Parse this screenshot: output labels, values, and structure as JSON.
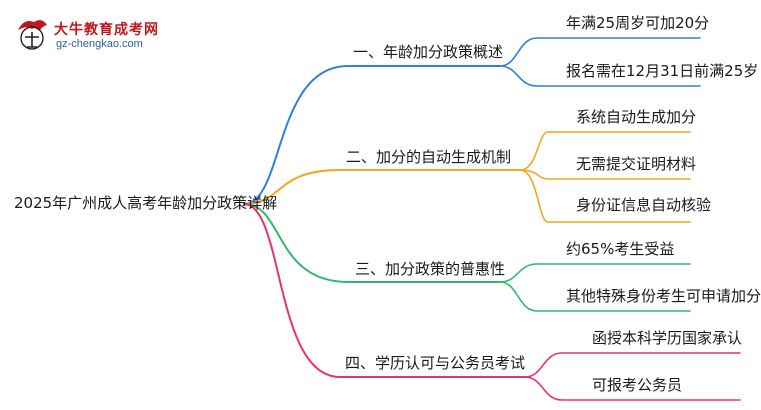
{
  "logo": {
    "title": "大牛教育成考网",
    "url": "gz-chengkao.com"
  },
  "mindmap": {
    "root": "2025年广州成人高考年龄加分政策详解",
    "branches": [
      {
        "label": "一、年龄加分政策概述",
        "color": "#2f7fe0",
        "children": [
          "年满25周岁可加20分",
          "报名需在12月31日前满25岁"
        ]
      },
      {
        "label": "二、加分的自动生成机制",
        "color": "#f2a61f",
        "children": [
          "系统自动生成加分",
          "无需提交证明材料",
          "身份证信息自动核验"
        ]
      },
      {
        "label": "三、加分政策的普惠性",
        "color": "#2dbb6a",
        "children": [
          "约65%考生受益",
          "其他特殊身份考生可申请加分"
        ]
      },
      {
        "label": "四、学历认可与公务员考试",
        "color": "#e8316e",
        "children": [
          "函授本科学历国家承认",
          "可报考公务员"
        ]
      }
    ]
  }
}
